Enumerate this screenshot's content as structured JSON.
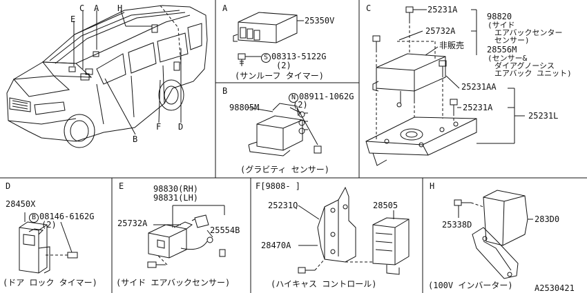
{
  "footer_code": "A2530421",
  "panel_car": {
    "callouts": {
      "c": "C",
      "a": "A",
      "h": "H",
      "e": "E",
      "b": "B",
      "f": "F",
      "d": "D"
    }
  },
  "panel_a": {
    "letter": "A",
    "part1": "25350V",
    "screw_symbol": "S",
    "part2": "08313-5122G",
    "qty": "(2)",
    "caption": "(サンルーフ タイマー)"
  },
  "panel_b": {
    "letter": "B",
    "part1": "98805M",
    "nut_symbol": "N",
    "part2": "08911-1062G",
    "qty": "(2)",
    "caption": "(グラビティ センサー)"
  },
  "panel_c": {
    "letter": "C",
    "bolt1": "25231A",
    "bracket": "25732A",
    "not_for_sale": "非販売",
    "bolt2": "25231AA",
    "bolt3": "25231A",
    "kit": "25231L",
    "assy1": "98820",
    "assy1_desc1": "(サイド",
    "assy1_desc2": "エアバックセンター",
    "assy1_desc3": "センサー)",
    "assy2": "28556M",
    "assy2_desc1": "(センサー&",
    "assy2_desc2": "ダイアグノーシス",
    "assy2_desc3": "エアバック ユニット)"
  },
  "panel_d": {
    "letter": "D",
    "part1": "28450X",
    "bolt_symbol": "B",
    "part2": "08146-6162G",
    "qty": "(2)",
    "caption": "(ドア ロック タイマー)"
  },
  "panel_e": {
    "letter": "E",
    "rh": "98830(RH)",
    "lh": "98831(LH)",
    "bracket": "25732A",
    "bolt": "25554B",
    "caption": "(サイド エアバックセンサー)"
  },
  "panel_f": {
    "letter": "F",
    "date": "[9808-    ]",
    "bracket": "25231Q",
    "unit": "28505",
    "bolt": "28470A",
    "caption": "(ハイキャス コントロール)"
  },
  "panel_h": {
    "letter": "H",
    "bolt": "25338D",
    "unit": "283D0",
    "caption": "(100V インバーター)"
  }
}
